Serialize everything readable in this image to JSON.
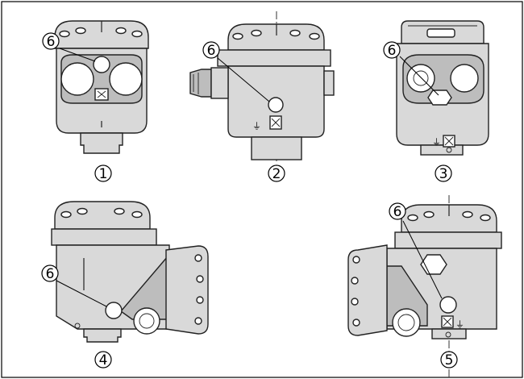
{
  "callouts": {
    "housing_1": "1",
    "housing_2": "2",
    "housing_3": "3",
    "housing_4": "4",
    "housing_5": "5",
    "item_6": "6"
  }
}
